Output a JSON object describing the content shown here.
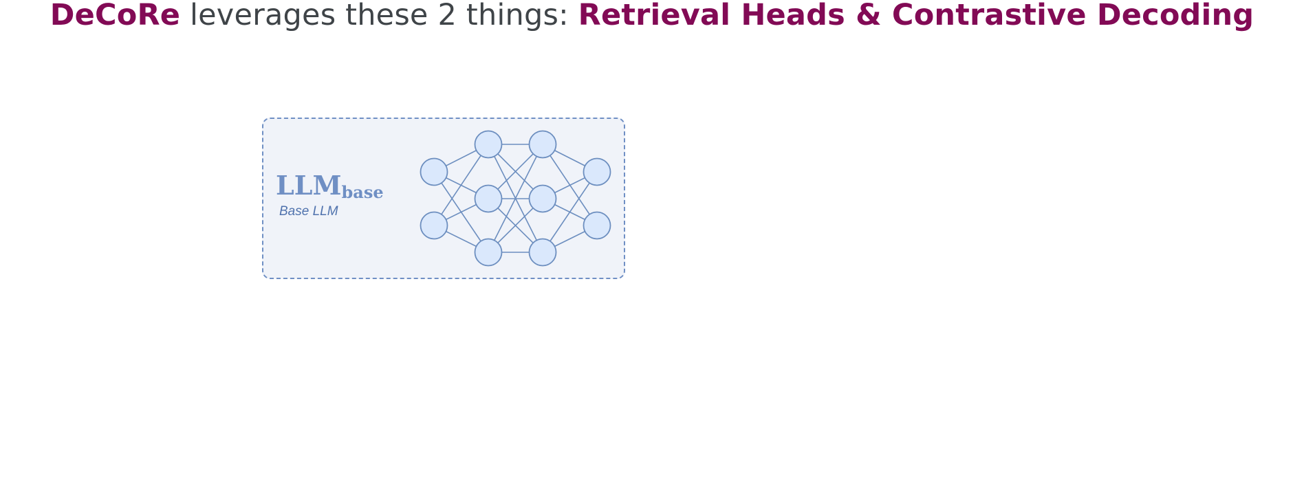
{
  "title": {
    "part1": "DeCoRe",
    "part2": " leverages these 2 things: ",
    "part3": "Retrieval Heads & Contrastive Decoding"
  },
  "model": {
    "name_main": "LLM",
    "name_sub": "base",
    "caption": "Base LLM"
  },
  "network": {
    "layer_sizes": [
      2,
      3,
      3,
      2
    ]
  },
  "colors": {
    "accent": "#820a55",
    "text": "#3f4448",
    "box_border": "#6f8fc4",
    "box_fill": "#f0f3f9",
    "node_fill": "#dae8fc",
    "node_stroke": "#6c8ebf"
  }
}
